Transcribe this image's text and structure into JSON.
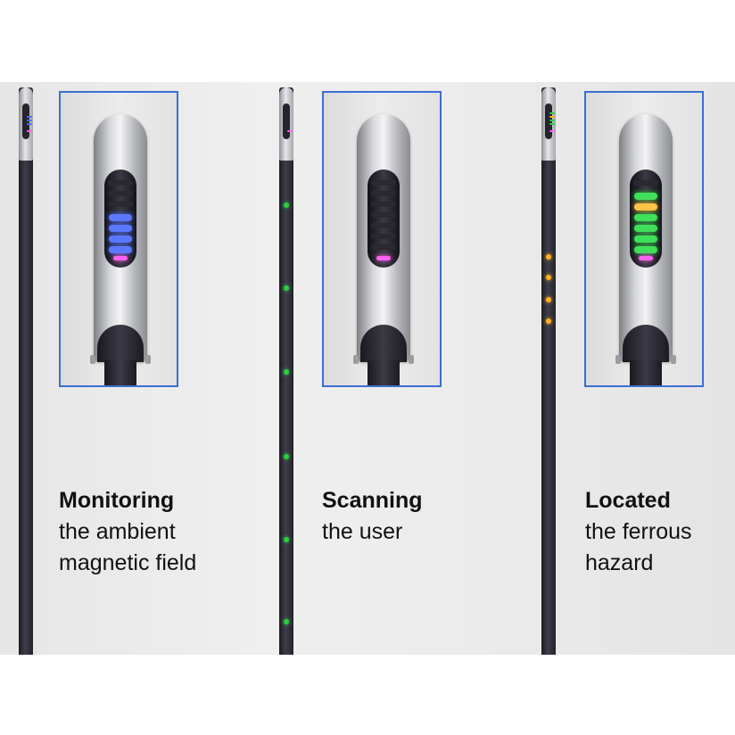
{
  "stages": [
    {
      "state": "Monitoring",
      "description": "the ambient magnetic field",
      "indicator_color": "#4a6cff",
      "pole_light_color": "#4a6cff"
    },
    {
      "state": "Scanning",
      "description": "the user",
      "indicator_color": "#2ecc40",
      "pole_light_color": "#2ecc40"
    },
    {
      "state": "Located",
      "description": "the ferrous hazard",
      "indicator_color": "#2ecc40",
      "alert_color": "#ffb020",
      "pole_light_color": "#ffb020"
    }
  ],
  "colors": {
    "panel_border": "#3b6fd1",
    "tip_light": "#ff62ee"
  }
}
